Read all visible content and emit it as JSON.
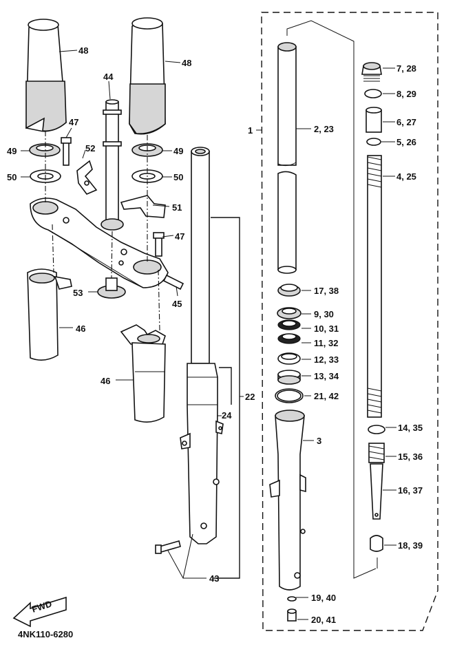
{
  "diagram": {
    "drawing_code": "4NK110-6280",
    "fwd_label": "FWD",
    "callouts": [
      {
        "id": "c48a",
        "text": "48"
      },
      {
        "id": "c48b",
        "text": "48"
      },
      {
        "id": "c44",
        "text": "44"
      },
      {
        "id": "c47a",
        "text": "47"
      },
      {
        "id": "c52",
        "text": "52"
      },
      {
        "id": "c49a",
        "text": "49"
      },
      {
        "id": "c49b",
        "text": "49"
      },
      {
        "id": "c50a",
        "text": "50"
      },
      {
        "id": "c50b",
        "text": "50"
      },
      {
        "id": "c51",
        "text": "51"
      },
      {
        "id": "c47b",
        "text": "47"
      },
      {
        "id": "c53",
        "text": "53"
      },
      {
        "id": "c45",
        "text": "45"
      },
      {
        "id": "c46a",
        "text": "46"
      },
      {
        "id": "c46b",
        "text": "46"
      },
      {
        "id": "c1",
        "text": "1"
      },
      {
        "id": "c2",
        "text": "2, 23"
      },
      {
        "id": "c7",
        "text": "7, 28"
      },
      {
        "id": "c8",
        "text": "8, 29"
      },
      {
        "id": "c6",
        "text": "6, 27"
      },
      {
        "id": "c5",
        "text": "5, 26"
      },
      {
        "id": "c4",
        "text": "4, 25"
      },
      {
        "id": "c17",
        "text": "17, 38"
      },
      {
        "id": "c9",
        "text": "9, 30"
      },
      {
        "id": "c10",
        "text": "10, 31"
      },
      {
        "id": "c11",
        "text": "11, 32"
      },
      {
        "id": "c12",
        "text": "12, 33"
      },
      {
        "id": "c13",
        "text": "13, 34"
      },
      {
        "id": "c21",
        "text": "21, 42"
      },
      {
        "id": "c22",
        "text": "22"
      },
      {
        "id": "c24",
        "text": "24"
      },
      {
        "id": "c3",
        "text": "3"
      },
      {
        "id": "c14",
        "text": "14, 35"
      },
      {
        "id": "c15",
        "text": "15, 36"
      },
      {
        "id": "c16",
        "text": "16, 37"
      },
      {
        "id": "c18",
        "text": "18, 39"
      },
      {
        "id": "c43",
        "text": "43"
      },
      {
        "id": "c19",
        "text": "19, 40"
      },
      {
        "id": "c20",
        "text": "20, 41"
      }
    ]
  }
}
